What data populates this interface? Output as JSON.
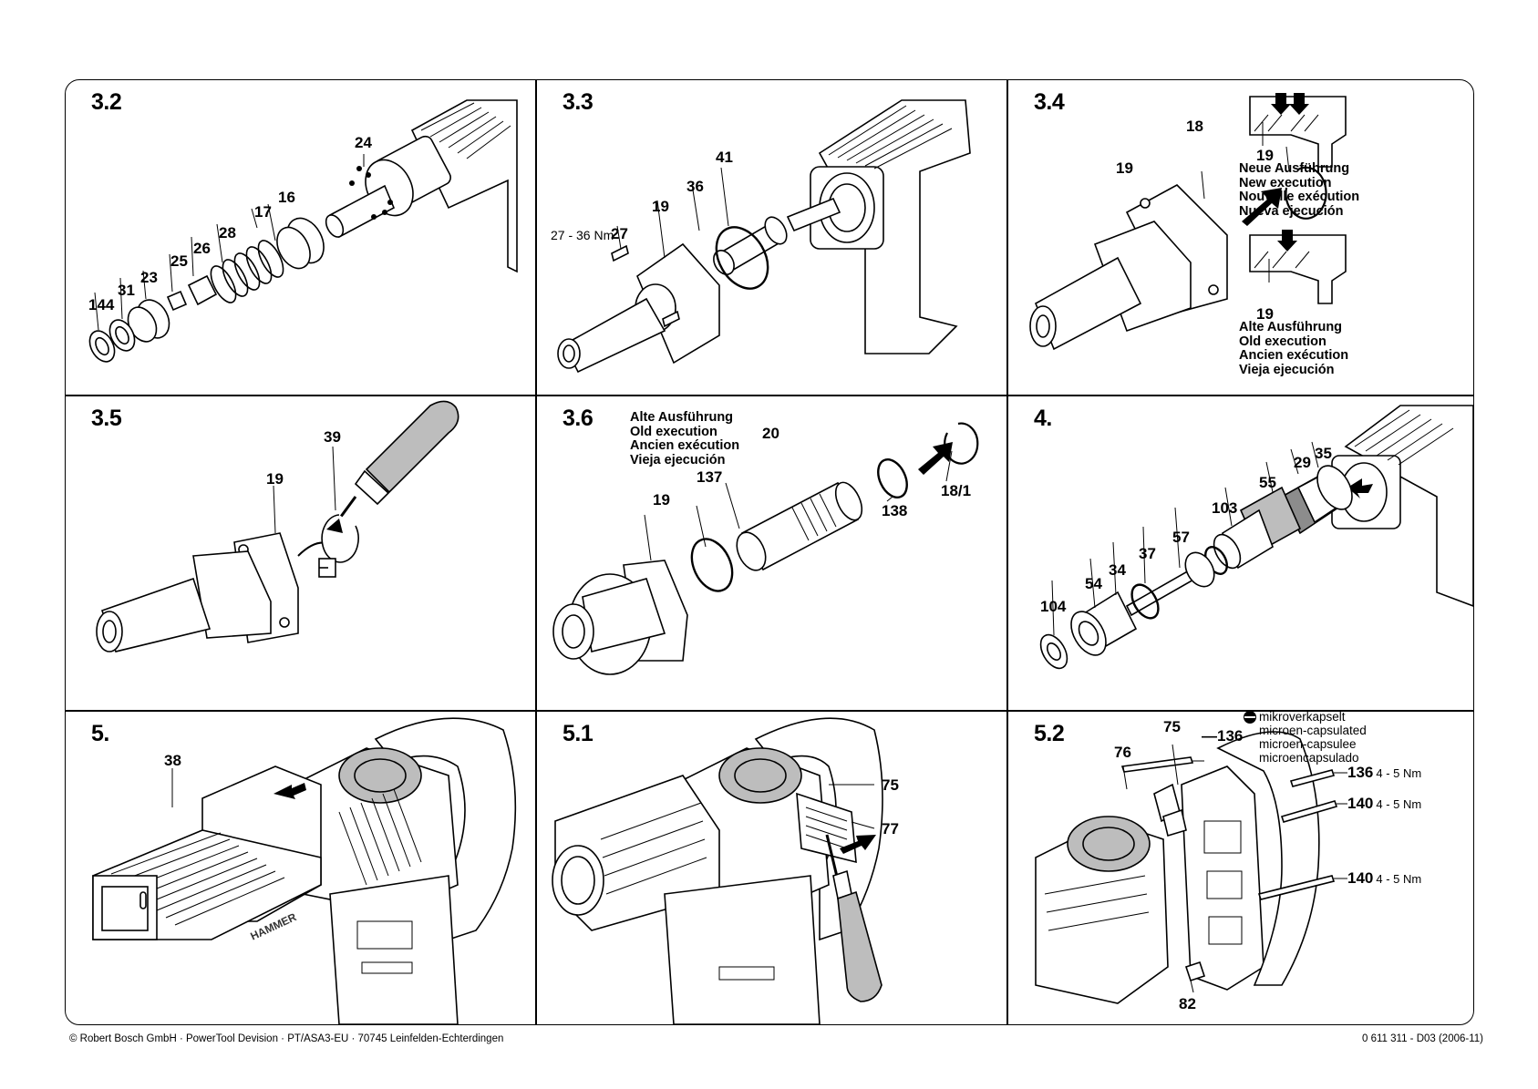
{
  "panels": [
    {
      "title": "3.2"
    },
    {
      "title": "3.3"
    },
    {
      "title": "3.4"
    },
    {
      "title": "3.5"
    },
    {
      "title": "3.6"
    },
    {
      "title": "4."
    },
    {
      "title": "5."
    },
    {
      "title": "5.1"
    },
    {
      "title": "5.2"
    }
  ],
  "p32": {
    "l24": "24",
    "l16": "16",
    "l17": "17",
    "l28": "28",
    "l26": "26",
    "l25": "25",
    "l23": "23",
    "l31": "31",
    "l144": "144"
  },
  "p33": {
    "l41": "41",
    "l36": "36",
    "l19": "19",
    "l27": "27",
    "torque": "27 - 36 Nm"
  },
  "p34": {
    "l18": "18",
    "l19": "19",
    "new_num": "19",
    "new_exec": [
      "Neue Ausführung",
      "New execution",
      "Nouvelle exécution",
      "Nueva ejecución"
    ],
    "old_num": "19",
    "old_exec": [
      "Alte Ausführung",
      "Old execution",
      "Ancien exécution",
      "Vieja ejecución"
    ]
  },
  "p35": {
    "l39": "39",
    "l19": "19"
  },
  "p36": {
    "old_exec": [
      "Alte Ausführung",
      "Old execution",
      "Ancien exécution",
      "Vieja ejecución"
    ],
    "l20": "20",
    "l137": "137",
    "l19": "19",
    "l138": "138",
    "l181": "18/1"
  },
  "p4": {
    "l29": "29",
    "l35": "35",
    "l55": "55",
    "l103": "103",
    "l57": "57",
    "l37": "37",
    "l34": "34",
    "l54": "54",
    "l104": "104"
  },
  "p5": {
    "l38": "38",
    "brand": "HAMMER"
  },
  "p51": {
    "l75": "75",
    "l77": "77"
  },
  "p52": {
    "l75": "75",
    "l76": "76",
    "l82": "82",
    "l136a": "136",
    "l136b": "136",
    "torque136": "4 - 5 Nm",
    "l140a": "140",
    "torque140a": "4 - 5 Nm",
    "l140b": "140",
    "torque140b": "4 - 5 Nm",
    "micro": [
      "mikroverkapselt",
      "microen-capsulated",
      "microen-capsulee",
      "microencapsulado"
    ]
  },
  "footer": {
    "left": "© Robert Bosch GmbH · PowerTool Devision · PT/ASA3-EU · 70745 Leinfelden-Echterdingen",
    "right": "0 611 311 - D03 (2006-11)"
  }
}
